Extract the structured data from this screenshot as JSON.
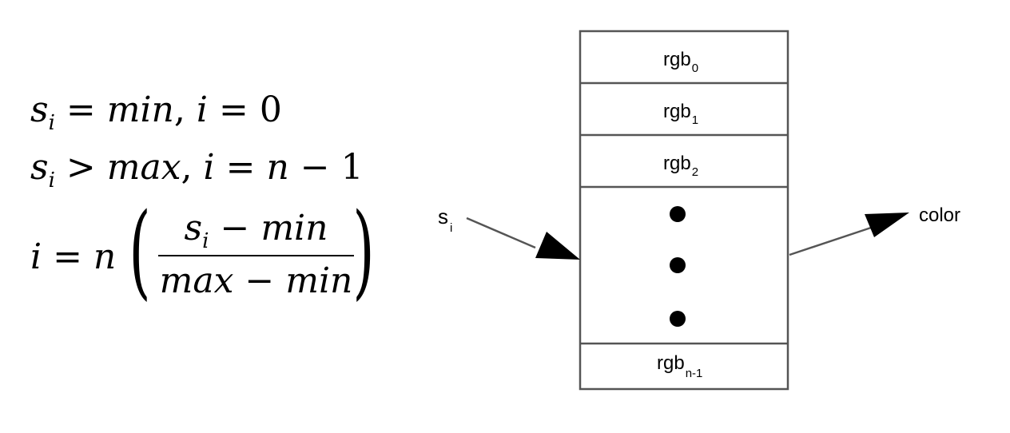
{
  "equations": {
    "line1": "s_i = min, i = 0",
    "line2": "s_i > max, i = n − 1",
    "line3": "i = n ((s_i − min) / (max − min))"
  },
  "eq": {
    "s": "s",
    "i": "i",
    "min": "min",
    "max": "max",
    "n": "n",
    "zero": "0",
    "one": "1"
  },
  "table": {
    "rows": [
      {
        "base": "rgb",
        "sub": "0"
      },
      {
        "base": "rgb",
        "sub": "1"
      },
      {
        "base": "rgb",
        "sub": "2"
      },
      {
        "base": "rgb",
        "sub": "n-1"
      }
    ]
  },
  "input_label": {
    "base": "s",
    "sub": "i"
  },
  "output_label": "color",
  "colors": {
    "border": "#555555",
    "ink": "#000000"
  }
}
